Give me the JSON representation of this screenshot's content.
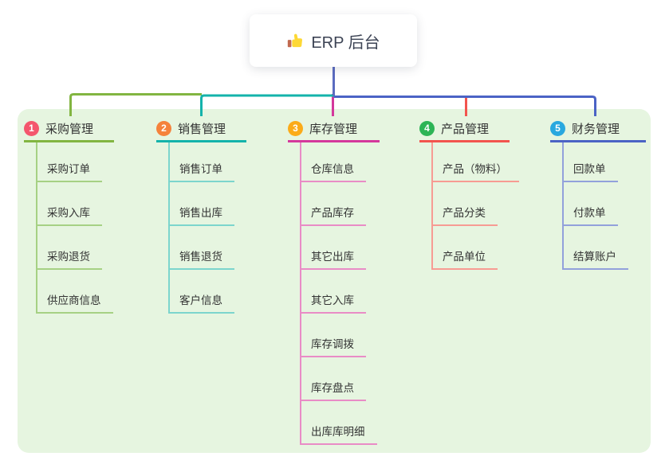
{
  "root": {
    "icon": "thumbs-up",
    "label": "ERP 后台"
  },
  "colors": {
    "page_background": "#ffffff",
    "panel_background": "#e6f5e0",
    "root_line": "#5b6bc0",
    "root_text": "#3c4354",
    "node_text": "#333333"
  },
  "branches": [
    {
      "index": "1",
      "label": "采购管理",
      "badge_color": "#f4566d",
      "line_color": "#82b541",
      "light_color": "#a6d184",
      "children": [
        "采购订单",
        "采购入库",
        "采购退货",
        "供应商信息"
      ]
    },
    {
      "index": "2",
      "label": "销售管理",
      "badge_color": "#f5823b",
      "line_color": "#14b3ab",
      "light_color": "#7cd5cd",
      "children": [
        "销售订单",
        "销售出库",
        "销售退货",
        "客户信息"
      ]
    },
    {
      "index": "3",
      "label": "库存管理",
      "badge_color": "#fbab19",
      "line_color": "#d4389c",
      "light_color": "#e98cc6",
      "children": [
        "仓库信息",
        "产品库存",
        "其它出库",
        "其它入库",
        "库存调拨",
        "库存盘点",
        "出库库明细"
      ]
    },
    {
      "index": "4",
      "label": "产品管理",
      "badge_color": "#2db456",
      "line_color": "#f2544e",
      "light_color": "#f79b93",
      "children": [
        "产品（物料）",
        "产品分类",
        "产品单位"
      ]
    },
    {
      "index": "5",
      "label": "财务管理",
      "badge_color": "#29a8df",
      "line_color": "#4b63c5",
      "light_color": "#92a1db",
      "children": [
        "回款单",
        "付款单",
        "结算账户"
      ]
    }
  ]
}
